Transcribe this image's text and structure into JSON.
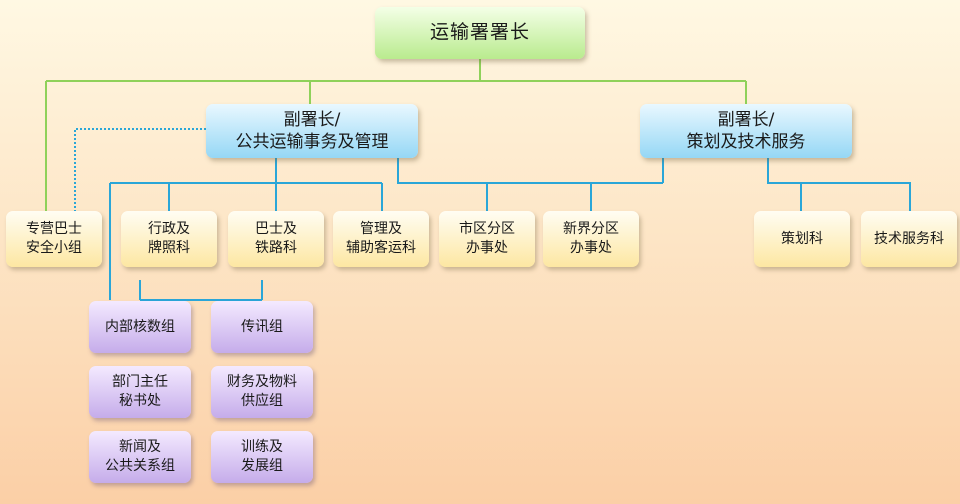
{
  "top": {
    "label": "运输署署长"
  },
  "deputies": [
    {
      "label": "副署长/\n公共运输事务及管理"
    },
    {
      "label": "副署长/\n策划及技术服务"
    }
  ],
  "sections": [
    {
      "label": "专营巴士\n安全小组"
    },
    {
      "label": "行政及\n牌照科"
    },
    {
      "label": "巴士及\n铁路科"
    },
    {
      "label": "管理及\n辅助客运科"
    },
    {
      "label": "市区分区\n办事处"
    },
    {
      "label": "新界分区\n办事处"
    },
    {
      "label": "策划科"
    },
    {
      "label": "技术服务科"
    }
  ],
  "groups": [
    {
      "label": "内部核数组"
    },
    {
      "label": "传讯组"
    },
    {
      "label": "部门主任\n秘书处"
    },
    {
      "label": "财务及物料\n供应组"
    },
    {
      "label": "新闻及\n公共关系组"
    },
    {
      "label": "训练及\n发展组"
    }
  ],
  "colors": {
    "green_line": "#8fd15a",
    "blue_line": "#2aa6d8",
    "top_box": "#b9eb8e",
    "deputy_box": "#95d7f5",
    "section_box": "#fde7a2",
    "group_box": "#c5acea"
  }
}
